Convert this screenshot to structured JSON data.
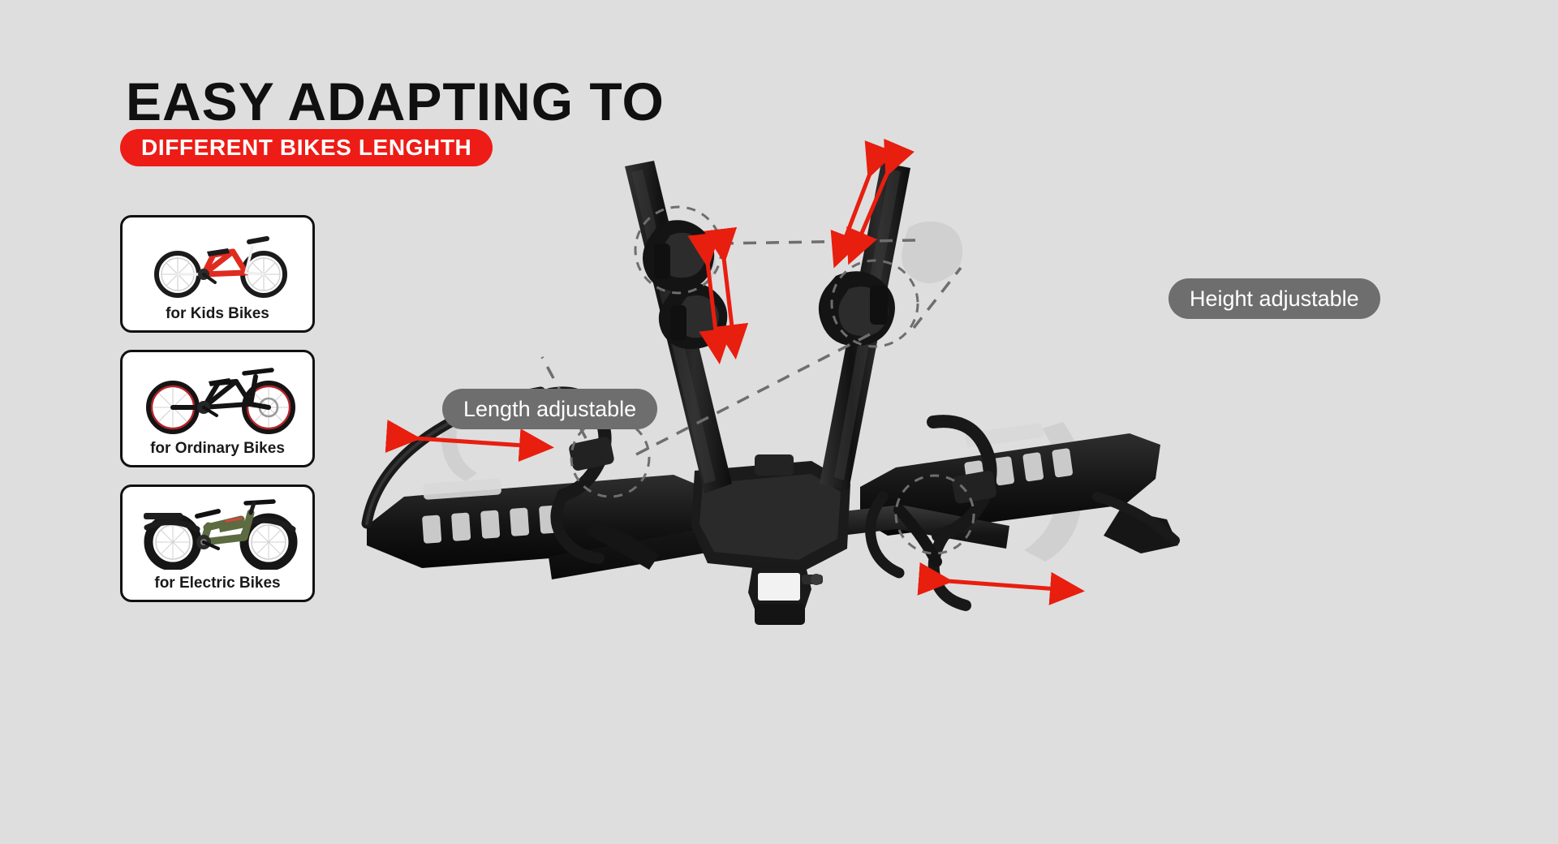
{
  "background_color": "#dedede",
  "accent_color": "#ed1c16",
  "pill_color": "#6e6e6e",
  "header": {
    "title": "EASY ADAPTING TO",
    "badge": "DIFFERENT BIKES LENGHTH"
  },
  "cards": [
    {
      "label": "for Kids Bikes",
      "bike": "kids-bike",
      "frame_color": "#e02b20"
    },
    {
      "label": "for Ordinary Bikes",
      "bike": "ordinary-bike",
      "frame_color": "#1d1d1d"
    },
    {
      "label": "for Electric Bikes",
      "bike": "electric-bike",
      "frame_color": "#5d6b41"
    }
  ],
  "callouts": [
    {
      "label": "Length adjustable",
      "name": "length-adjustable"
    },
    {
      "label": "Height adjustable",
      "name": "height-adjustable"
    }
  ],
  "annotations": {
    "arrow_color": "#e81e0f",
    "dashed_color": "#6e6e6e",
    "ghost_color": "#c6c6c6"
  },
  "product": {
    "name": "hitch-bike-rack",
    "body_color": "#1c1c1c"
  }
}
